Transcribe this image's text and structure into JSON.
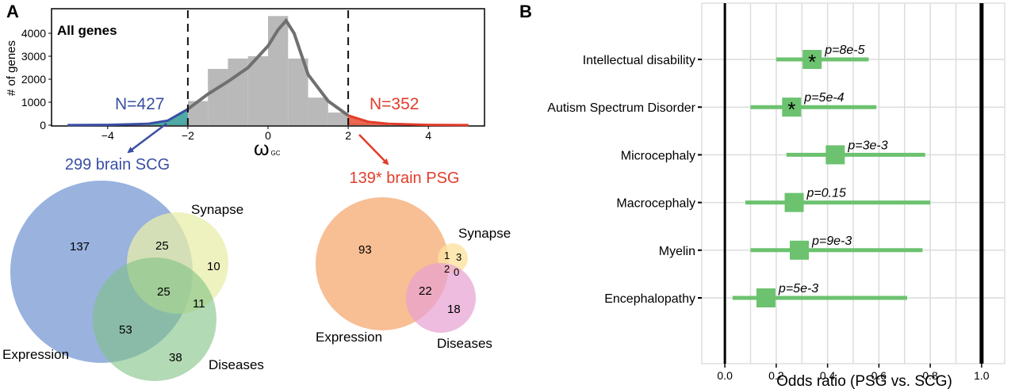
{
  "panelA": {
    "letter": "A",
    "hist": {
      "inset_label": "All genes",
      "ylabel": "# of genes",
      "yticks": [
        "0",
        "1000",
        "2000",
        "3000",
        "4000"
      ],
      "xticks": [
        "−4",
        "−2",
        "0",
        "2",
        "4"
      ],
      "xlabel_main": "ω",
      "xlabel_sub": "GC",
      "n_left": "N=427",
      "n_right": "N=352"
    },
    "scg": {
      "title": "299 brain SCG",
      "labels": {
        "expression": "Expression",
        "synapse": "Synapse",
        "diseases": "Diseases"
      },
      "counts": {
        "expr_only": "137",
        "expr_syn": "25",
        "syn_only": "10",
        "all3": "25",
        "syn_dis": "11",
        "expr_dis": "53",
        "dis_only": "38"
      }
    },
    "psg": {
      "title": "139* brain PSG",
      "labels": {
        "expression": "Expression",
        "synapse": "Synapse",
        "diseases": "Diseases"
      },
      "counts": {
        "expr_only": "93",
        "expr_syn": "1",
        "syn_only": "3",
        "all3": "2",
        "syn_dis": "0",
        "expr_dis": "22",
        "dis_only": "18"
      }
    }
  },
  "panelB": {
    "letter": "B",
    "xlabel": "Odds ratio (PSG vs. SCG)",
    "xticks": [
      "0.0",
      "0.2",
      "0.4",
      "0.6",
      "0.8",
      "1.0"
    ]
  },
  "chart_data": [
    {
      "type": "bar",
      "title": "All genes",
      "xlabel": "ωGC",
      "ylabel": "# of genes",
      "xlim": [
        -5.4,
        5.4
      ],
      "ylim": [
        0,
        5000
      ],
      "bin_width": 0.5,
      "bin_left_edges": [
        -2.5,
        -2.0,
        -1.5,
        -1.0,
        -0.5,
        0.0,
        0.5,
        1.0,
        1.5,
        2.0
      ],
      "values": [
        50,
        1050,
        2450,
        2900,
        3000,
        4750,
        2900,
        1200,
        550,
        80
      ],
      "density_curve": [
        [
          -5.0,
          5
        ],
        [
          -4.0,
          15
        ],
        [
          -3.0,
          60
        ],
        [
          -2.5,
          200
        ],
        [
          -2.0,
          700
        ],
        [
          -1.5,
          1350
        ],
        [
          -1.0,
          1900
        ],
        [
          -0.5,
          2500
        ],
        [
          0.0,
          3450
        ],
        [
          0.25,
          4150
        ],
        [
          0.45,
          4550
        ],
        [
          0.65,
          4000
        ],
        [
          1.0,
          2200
        ],
        [
          1.5,
          1050
        ],
        [
          2.0,
          420
        ],
        [
          2.5,
          150
        ],
        [
          3.0,
          60
        ],
        [
          4.0,
          15
        ],
        [
          5.0,
          5
        ]
      ],
      "tail_left": {
        "label": "N=427",
        "threshold": -2,
        "color": "#3a4fa3"
      },
      "tail_right": {
        "label": "N=352",
        "threshold": 2,
        "color": "#e23c2a"
      },
      "vlines": [
        -2,
        2
      ]
    },
    {
      "type": "scatter",
      "xlabel": "Odds ratio (PSG vs. SCG)",
      "xlim": [
        -0.09,
        1.09
      ],
      "xticks": [
        0.0,
        0.2,
        0.4,
        0.6,
        0.8,
        1.0
      ],
      "reference_lines": [
        0.0,
        1.0
      ],
      "series_color": "#6cc26f",
      "rows": [
        {
          "label": "Intellectual disability",
          "estimate": 0.34,
          "lower": 0.2,
          "upper": 0.56,
          "pvalue": "p=8e-5",
          "star": true
        },
        {
          "label": "Autism Spectrum Disorder",
          "estimate": 0.26,
          "lower": 0.1,
          "upper": 0.59,
          "pvalue": "p=5e-4",
          "star": true
        },
        {
          "label": "Microcephaly",
          "estimate": 0.43,
          "lower": 0.24,
          "upper": 0.78,
          "pvalue": "p=3e-3",
          "star": false
        },
        {
          "label": "Macrocephaly",
          "estimate": 0.27,
          "lower": 0.08,
          "upper": 0.8,
          "pvalue": "p=0.15",
          "star": false
        },
        {
          "label": "Myelin",
          "estimate": 0.29,
          "lower": 0.1,
          "upper": 0.77,
          "pvalue": "p=9e-3",
          "star": false
        },
        {
          "label": "Encephalopathy",
          "estimate": 0.16,
          "lower": 0.03,
          "upper": 0.71,
          "pvalue": "p=5e-3",
          "star": false
        }
      ]
    }
  ]
}
